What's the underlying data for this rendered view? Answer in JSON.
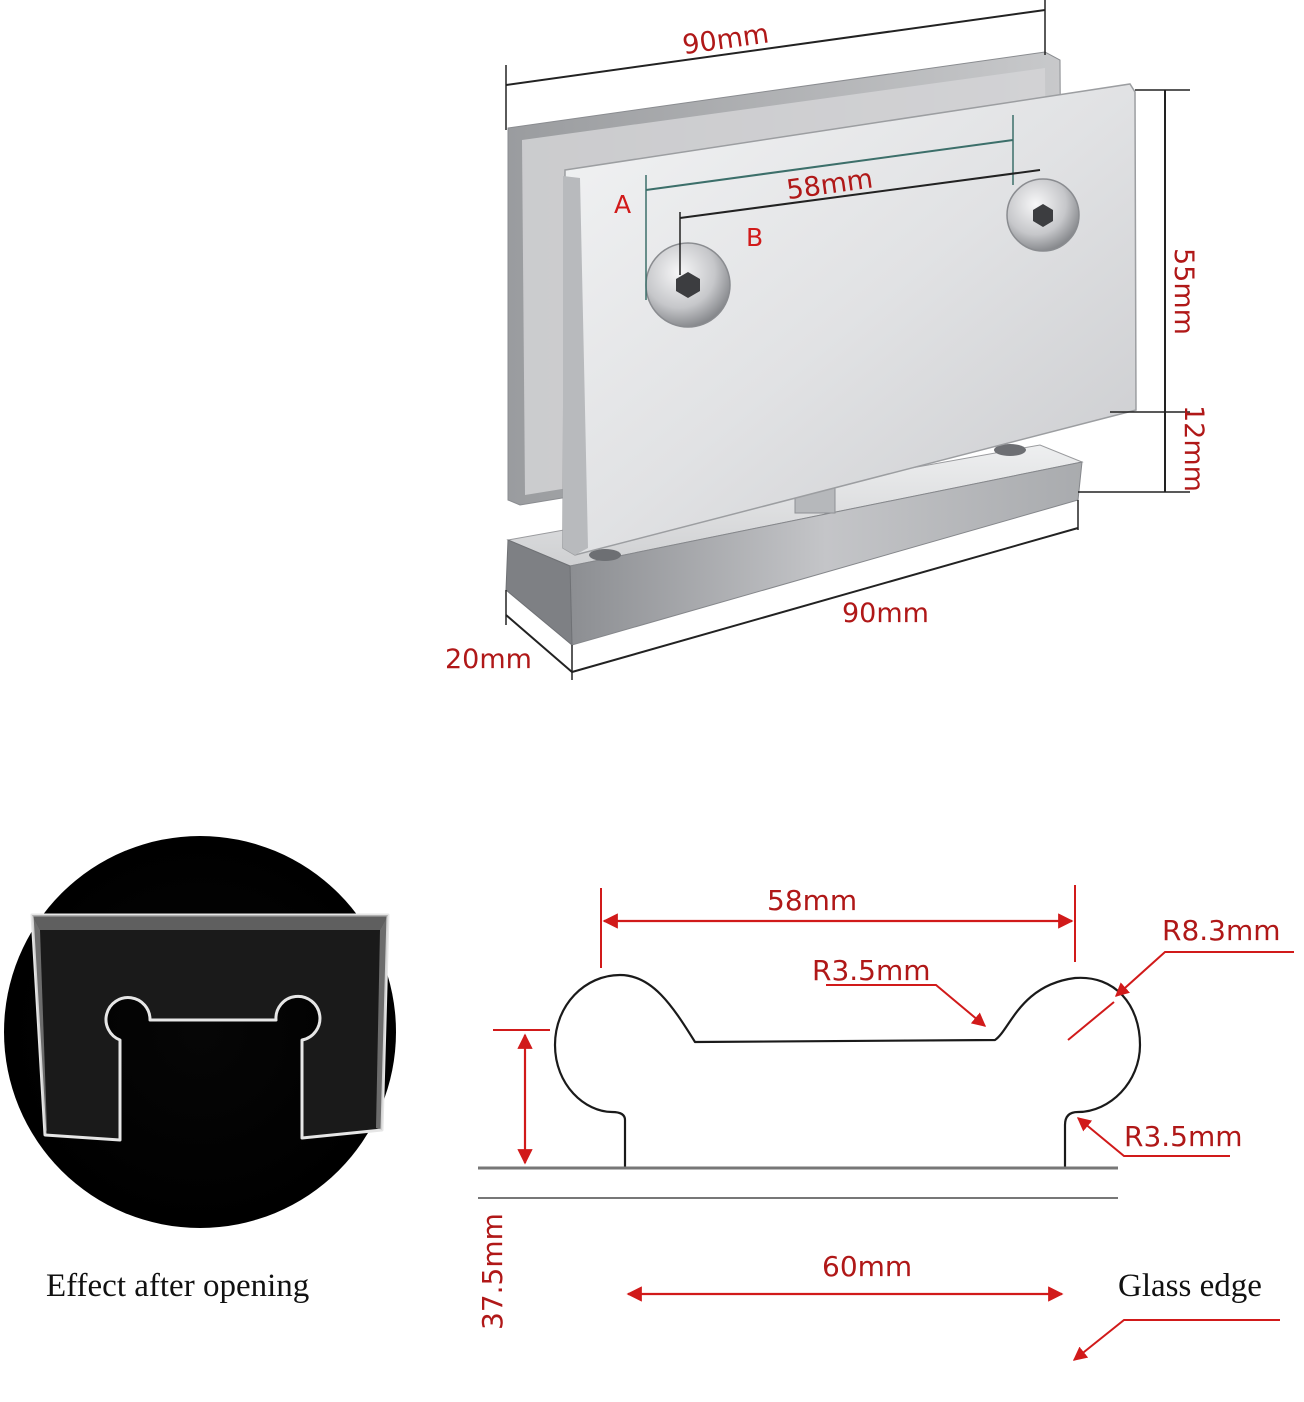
{
  "colors": {
    "dimension_red": "#d11a1a",
    "label_dark_red": "#b01818",
    "metal_light": "#dcdddf",
    "metal_dark": "#8a8c90",
    "outline": "#222222",
    "background": "#ffffff"
  },
  "hinge_photo": {
    "top_width": "90mm",
    "hole_spacing": "58mm",
    "point_a": "A",
    "point_b": "B",
    "plate_height": "55mm",
    "base_height": "12mm",
    "base_width": "90mm",
    "base_depth": "20mm"
  },
  "opening_preview": {
    "caption": "Effect after opening"
  },
  "cutout_drawing": {
    "top_span": "58mm",
    "outer_radius": "R8.3mm",
    "inner_radius_top": "R3.5mm",
    "inner_radius_side": "R3.5mm",
    "depth": "37.5mm",
    "bottom_span": "60mm",
    "edge_label": "Glass edge"
  }
}
